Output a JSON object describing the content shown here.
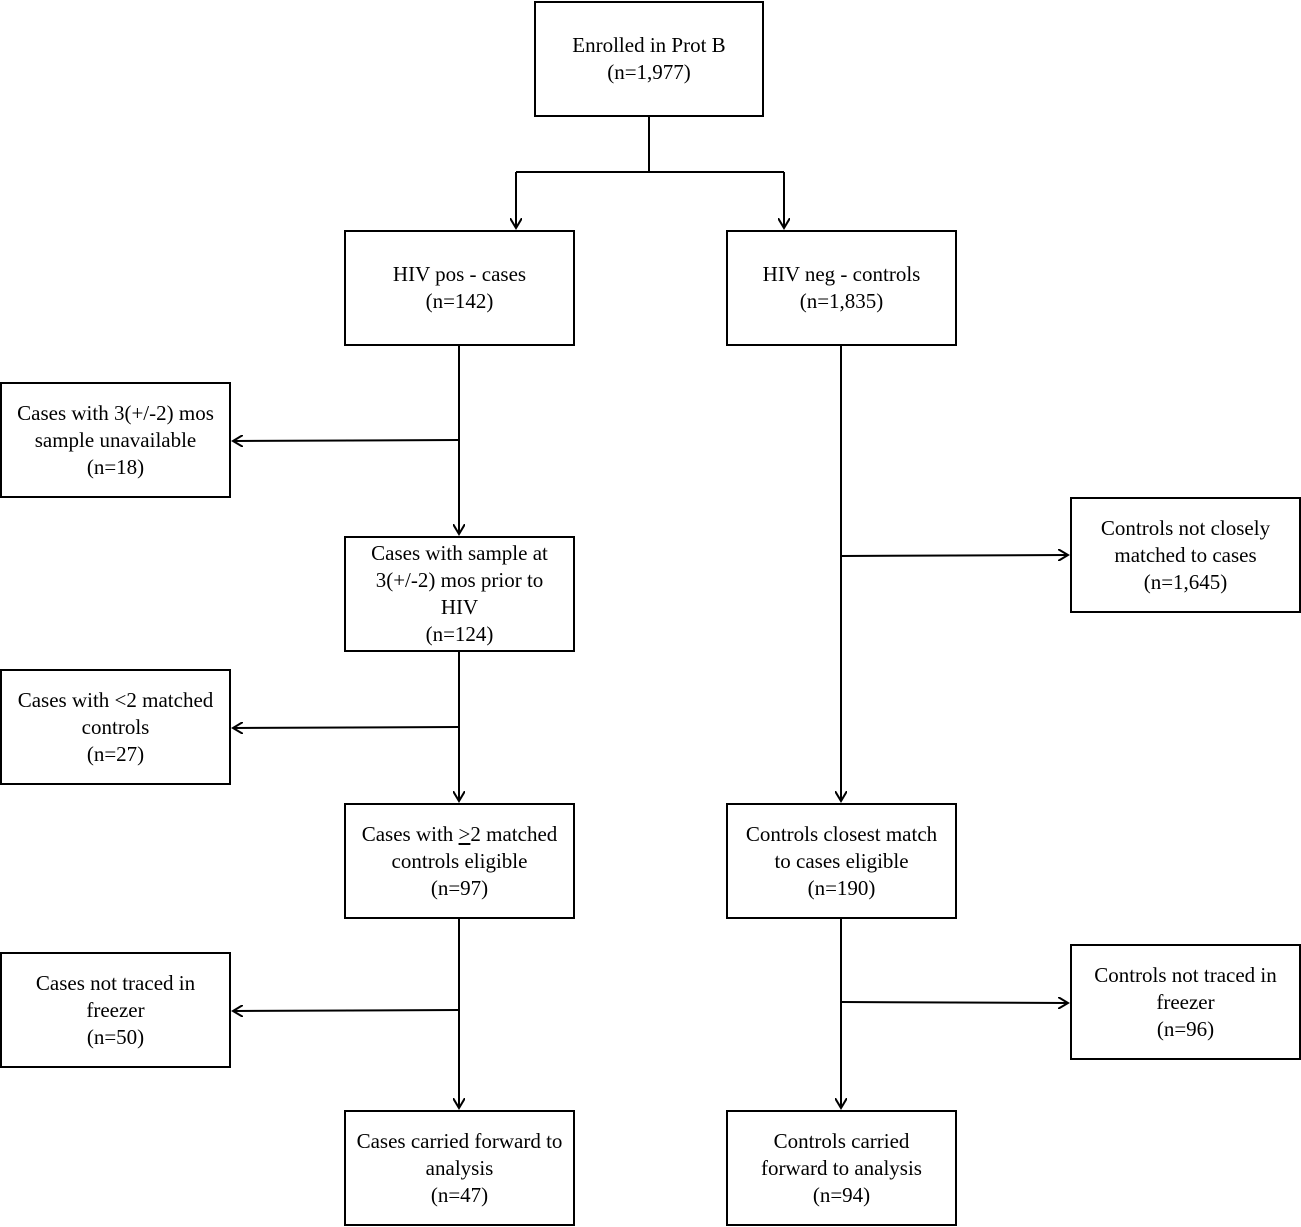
{
  "flowchart": {
    "enrolled": {
      "line1": "Enrolled in Prot B",
      "count": "(n=1,977)"
    },
    "hiv_pos": {
      "line1": "HIV pos - cases",
      "count": "(n=142)"
    },
    "hiv_neg": {
      "line1": "HIV neg - controls",
      "count": "(n=1,835)"
    },
    "excluded_sample_unavailable": {
      "line1": "Cases with 3(+/-2) mos",
      "line2": "sample unavailable",
      "count": "(n=18)"
    },
    "cases_with_sample": {
      "line1": "Cases with sample at",
      "line2": "3(+/-2) mos prior to",
      "line3": "HIV",
      "count": "(n=124)"
    },
    "excluded_controls_not_matched": {
      "line1": "Controls not closely",
      "line2": "matched to cases",
      "count": "(n=1,645)"
    },
    "excluded_lt2_matched": {
      "line1": "Cases with <2 matched",
      "line2": "controls",
      "count": "(n=27)"
    },
    "cases_ge2_matched": {
      "line1_prefix": "Cases with ",
      "line1_symbol": ">",
      "line1_suffix": "2 matched",
      "line2": "controls eligible",
      "count": "(n=97)"
    },
    "controls_closest": {
      "line1": "Controls closest match",
      "line2": "to cases eligible",
      "count": "(n=190)"
    },
    "excluded_cases_freezer": {
      "line1": "Cases not traced in",
      "line2": "freezer",
      "count": "(n=50)"
    },
    "excluded_controls_freezer": {
      "line1": "Controls not traced in",
      "line2": "freezer",
      "count": "(n=96)"
    },
    "cases_final": {
      "line1": "Cases carried forward to",
      "line2": "analysis",
      "count": "(n=47)"
    },
    "controls_final": {
      "line1": "Controls carried",
      "line2": "forward to analysis",
      "count": "(n=94)"
    }
  },
  "colors": {
    "stroke": "#000000",
    "box_fill": "#ffffff",
    "text": "#000000"
  }
}
